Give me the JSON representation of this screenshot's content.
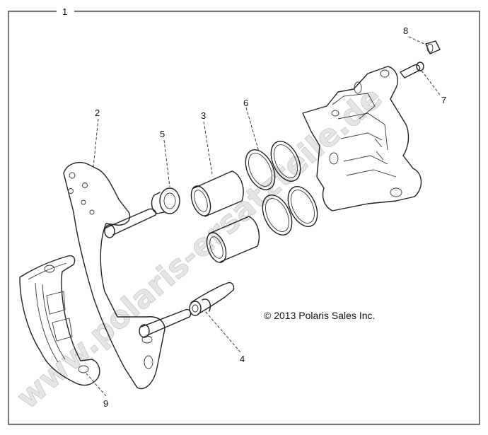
{
  "diagram": {
    "frame_label": "1",
    "callouts": [
      {
        "id": "c2",
        "text": "2"
      },
      {
        "id": "c3",
        "text": "3"
      },
      {
        "id": "c4",
        "text": "4"
      },
      {
        "id": "c5",
        "text": "5"
      },
      {
        "id": "c6",
        "text": "6"
      },
      {
        "id": "c7",
        "text": "7"
      },
      {
        "id": "c8",
        "text": "8"
      },
      {
        "id": "c9",
        "text": "9"
      }
    ],
    "copyright": "© 2013 Polaris Sales Inc.",
    "watermark": "www.polaris-ersatzteile.de"
  }
}
